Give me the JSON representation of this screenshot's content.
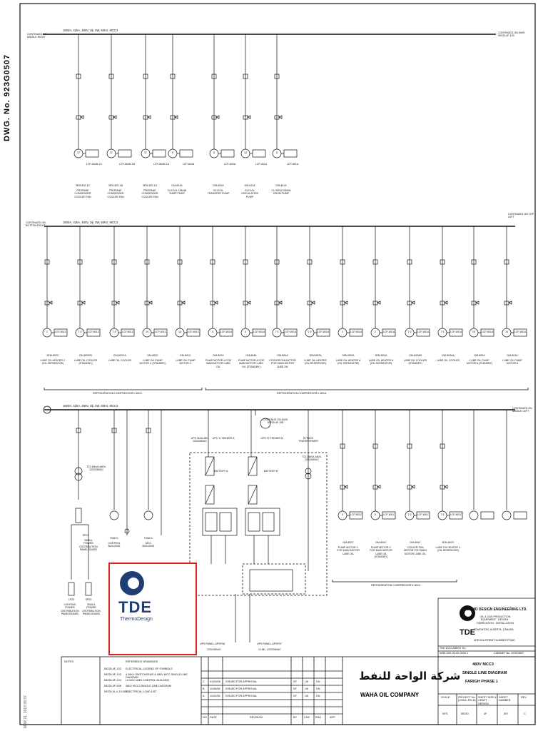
{
  "sheet": {
    "dwg_label": "DWG. No. 923G0507",
    "side_stamp": "MAR 21, 2013 09:37"
  },
  "bus1": {
    "rating": "1600A, 42kA, 480V, 3ϕ, 3W, 60Hz, MCC3",
    "cont_left": "CONTINUED ON MIDDLE RIGHT",
    "cont_right": "CONTINUED ON DWG 59230-4F-100",
    "feeders": [
      {
        "tag": "3EM-802-1C",
        "desc": "PROPANE CONDENSER COOLER FAN",
        "cp": "LCP-802B-1C",
        "hp": "37"
      },
      {
        "tag": "3EM-802-1B",
        "desc": "PROPANE CONDENSER COOLER FAN",
        "cp": "LCP-802B-1B",
        "hp": "37"
      },
      {
        "tag": "3EM-802-1A",
        "desc": "PROPANE CONDENSER COOLER FAN",
        "cp": "LCP-802B-1A",
        "hp": "37"
      },
      {
        "tag": "GM-824A",
        "desc": "GLYCOL DRAIN SUMP PUMP",
        "cp": "LCP-824A",
        "hp": "5"
      },
      {
        "tag": "GM-820A",
        "desc": "GLYCOL TRANSFER PUMP",
        "cp": "LCP-820A",
        "hp": "5"
      },
      {
        "tag": "GM-811A",
        "desc": "GLYCOL CIRCULATION PUMP",
        "cp": "LCP-811A",
        "hp": "15"
      },
      {
        "tag": "GM-851A",
        "desc": "CLOSED DRAIN DRUM PUMP",
        "cp": "LCP-851A",
        "hp": "5"
      }
    ]
  },
  "bus2": {
    "rating": "1600A, 42kA, 480V, 3ϕ, 3W, 60Hz, MCC3",
    "cont_left": "CONTINUED ON BOTTOM RIGHT",
    "cont_right": "CONTINUED ON TOP LEFT",
    "group_a": "REFRIGERATION COMPRESSOR K-801C",
    "group_b": "REFRIGERATION COMPRESSOR K-801A",
    "feeders": [
      {
        "tag": "3EM-802C",
        "desc": "LUBE OIL HEATER C (OIL SEPARATOR)",
        "cp": "LCP-801C",
        "hp": "2"
      },
      {
        "tag": "EM-803CB",
        "desc": "LUBE OIL COOLER (STANDBY)",
        "cp": "LCP-801C",
        "hp": "7.5"
      },
      {
        "tag": "EM-803CA",
        "desc": "LUBE OIL COOLER",
        "cp": "LCP-801C",
        "hp": "7.5"
      },
      {
        "tag": "GM-802C",
        "desc": "LUBE OIL PUMP MOTOR C (STANDBY)",
        "cp": "LCP-801C",
        "hp": "15"
      },
      {
        "tag": "EM-801C",
        "desc": "LUBE OIL PUMP MOTOR C",
        "cp": "LCP-801C",
        "hp": "15"
      },
      {
        "tag": "GM-802A",
        "desc": "PUMP MOTOR A FOR MAIN MOTOR LUBE OIL",
        "cp": "LCP-801A",
        "hp": "5"
      },
      {
        "tag": "GM-804A",
        "desc": "PUMP MOTOR A FOR MAIN MOTOR LUBE OIL (STANDBY)",
        "cp": "LCP-801A",
        "hp": "5"
      },
      {
        "tag": "GM-804A",
        "desc": "COOLER FAN MOTOR FOR MAIN MOTOR LUBE OIL",
        "cp": "LCP-801A",
        "hp": "7.5"
      },
      {
        "tag": "3EM-802A",
        "desc": "LUBE OIL HEATER (OIL RESERVOIR)",
        "cp": "LCP-801A",
        "hp": "7.5"
      },
      {
        "tag": "3EM-802A",
        "desc": "LUBE OIL HEATER A (OIL SEPARATOR)",
        "cp": "LCP-801A",
        "hp": "2"
      },
      {
        "tag": "3EM-802A",
        "desc": "LUBE OIL HEATER A (OIL SEPARATOR)",
        "cp": "LCP-801A",
        "hp": "2"
      },
      {
        "tag": "GM-803AB",
        "desc": "LUBE OIL COOLER (STANDBY)",
        "cp": "LCP-801A",
        "hp": "7.5"
      },
      {
        "tag": "GM-803AA",
        "desc": "LUBE OIL COOLER",
        "cp": "LCP-801A",
        "hp": "7.5"
      },
      {
        "tag": "GM-802A",
        "desc": "LUBE OIL PUMP MOTOR A (STANDBY)",
        "cp": "LCP-801A",
        "hp": "15"
      },
      {
        "tag": "GM-801A",
        "desc": "LUBE OIL PUMP MOTOR A",
        "cp": "LCP-801A",
        "hp": "15"
      }
    ]
  },
  "bus3": {
    "rating": "1600A, 42kA, 480V, 3ϕ, 3W, 60Hz, MCC3",
    "cont_right": "CONTINUED ON MIDDLE LEFT",
    "group_c": "REFRIGERATION COMPRESSOR K-801C",
    "left_items": [
      {
        "tag": "SP23",
        "desc": "SMALL POWER DISTRIBUTION PANELBOARD"
      },
      {
        "tag": "LP23",
        "desc": "LIGHTING POWER DISTRIBUTION PANELBOARD"
      },
      {
        "tag": "SP24",
        "desc": "SMALL POWER DISTRIBUTION PANELBOARD"
      },
      {
        "tag": "HVAC1",
        "desc": "CONTROL BUILDING"
      },
      {
        "tag": "HVAC1",
        "desc": "MCC BUILDING"
      }
    ],
    "xfmr": "T23 45kVA 480V- 120/208VAC",
    "ups_a": "UPS 5kVA 480-120/208VAC",
    "ups_a_label": "UPS 'A' FEEDER A",
    "ups_b_label": "UPS 'B' FEEDER B",
    "bypass": "BYPASS TRANSFORMER",
    "bypass_rating": "T22 15kVA 480V- 120/208VAC",
    "battery_a": "BATTERY A",
    "battery_b": "BATTERY B",
    "panel_a": "UPS PANEL-UPSP38",
    "panel_a_rating": "120/208VAC",
    "panel_b": "UPS PANEL-UPSP37",
    "panel_b_rating": "12 BK, 120/208VAC",
    "cont_dwg": "CONTINUE ON DWG 59230-4F-108",
    "right_feeders": [
      {
        "tag": "GM-802C",
        "desc": "PUMP MOTOR C FOR MAIN MOTOR LUBE OIL",
        "cp": "LCP-801C",
        "hp": "5"
      },
      {
        "tag": "GM-804C",
        "desc": "PUMP MOTOR C FOR MAIN MOTOR LUBE OIL (STANDBY)",
        "cp": "LCP-801C",
        "hp": "5"
      },
      {
        "tag": "GM-804C",
        "desc": "COOLER FAN MOTOR FOR MAIN MOTOR LUBE OIL",
        "cp": "LCP-801C",
        "hp": "7.5"
      },
      {
        "tag": "3EM-802C",
        "desc": "LUBE OIL HEATER C (OIL RESERVOIR)",
        "cp": "LCP-801C",
        "hp": "7.5"
      }
    ]
  },
  "tde_logo": {
    "name": "TDE",
    "sub": "ThermoDesign"
  },
  "title_block": {
    "company": "THERMO DESIGN ENGINEERING LTD.",
    "services": "OIL & GAS PRODUCTION EQUIPMENT · DESIGN · FABRICATION · INSTALLATION",
    "city": "EDMONTON, ALBERTA, CANADA",
    "apega": "APEGGA PERMIT NUMBER P3360",
    "tde_doc": "TDE DOCUMENT No.",
    "doc_no": "WSE-000-00-00-0000-1",
    "cabinet": "CABINET No. 923G0507",
    "client": "WAHA OIL COMPANY",
    "client_ar": "شركة الواحة للنفط",
    "dtitle1": "480V MCC3",
    "dtitle2": "SINGLE LINE DIAGRAM",
    "dtitle3": "FARIGH PHASE 1",
    "scale_h": "SCALE",
    "scale_v": "NTS",
    "proj_h": "PROJECT No. (CONC-FELD)",
    "proj_v": "59230",
    "sheet_h": "SHEET SIZE & CRAFT DESIGN",
    "sheet_v": "4F",
    "shno_h": "SHEET NUMBER",
    "shno_v": "507",
    "rev_h": "REV.",
    "rev_v": "C"
  },
  "notes": {
    "label": "NOTES"
  },
  "reference": {
    "label": "REFERENCE DRAWINGS",
    "items": [
      {
        "no": "59230-4F-102",
        "title": "ELECTRICAL LEGEND OF SYMBOLS"
      },
      {
        "no": "59230-4F-103",
        "title": "4.16KV SWITCHGEAR & 480V MCC SINGLE LINE DIAGRAM"
      },
      {
        "no": "59230-4F-104",
        "title": "LV MCC AND CONTROL BUILDING"
      },
      {
        "no": "59230-4F-508",
        "title": "480V MCC3 SINGLE LINE DIAGRAM"
      },
      {
        "no": "59230-4L-4-10-0012",
        "title": "ELECTRICAL LOAD LIST"
      }
    ]
  },
  "revisions": {
    "rows": [
      {
        "rev": "C",
        "date": "01/09/08",
        "desc": "ISSUED FOR APPROVAL",
        "by": "NT",
        "chk": "LM",
        "eng": "DN"
      },
      {
        "rev": "B",
        "date": "11/06/08",
        "desc": "ISSUED FOR APPROVAL",
        "by": "NT",
        "chk": "LM",
        "eng": "DN"
      },
      {
        "rev": "A",
        "date": "11/02/08",
        "desc": "ISSUED FOR APPROVAL",
        "by": "NT",
        "chk": "LM",
        "eng": "DN"
      }
    ],
    "h_no": "NO",
    "h_date": "DATE",
    "h_rev": "REVISION",
    "h_by": "BY",
    "h_chk": "CHK",
    "h_eng": "ENG",
    "h_app": "APP"
  }
}
